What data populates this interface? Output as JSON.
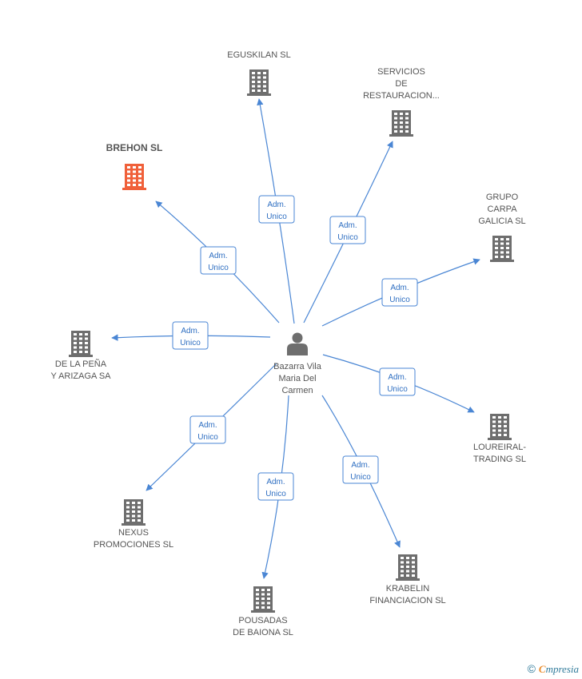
{
  "center": {
    "label_lines": [
      "Bazarra Vila",
      "Maria Del",
      "Carmen"
    ],
    "icon": "person-icon"
  },
  "colors": {
    "edge": "#4a86d4",
    "building": "#6e6e6e",
    "highlight": "#f0603a"
  },
  "nodes": [
    {
      "id": "eguskilan",
      "lines": [
        "EGUSKILAN SL"
      ],
      "highlight": false,
      "relation": [
        "Adm.",
        "Unico"
      ]
    },
    {
      "id": "servicios",
      "lines": [
        "SERVICIOS",
        "DE",
        "RESTAURACION..."
      ],
      "highlight": false,
      "relation": [
        "Adm.",
        "Unico"
      ]
    },
    {
      "id": "brehon",
      "lines": [
        "BREHON SL"
      ],
      "highlight": true,
      "relation": [
        "Adm.",
        "Unico"
      ]
    },
    {
      "id": "grupo-carpa",
      "lines": [
        "GRUPO",
        "CARPA",
        "GALICIA SL"
      ],
      "highlight": false,
      "relation": [
        "Adm.",
        "Unico"
      ]
    },
    {
      "id": "de-la-pena",
      "lines": [
        "DE LA PEÑA",
        "Y ARIZAGA SA"
      ],
      "highlight": false,
      "relation": [
        "Adm.",
        "Unico"
      ]
    },
    {
      "id": "loureiral",
      "lines": [
        "LOUREIRAL-",
        "TRADING SL"
      ],
      "highlight": false,
      "relation": [
        "Adm.",
        "Unico"
      ]
    },
    {
      "id": "nexus",
      "lines": [
        "NEXUS",
        "PROMOCIONES SL"
      ],
      "highlight": false,
      "relation": [
        "Adm.",
        "Unico"
      ]
    },
    {
      "id": "krabelin",
      "lines": [
        "KRABELIN",
        "FINANCIACION SL"
      ],
      "highlight": false,
      "relation": [
        "Adm.",
        "Unico"
      ]
    },
    {
      "id": "pousadas",
      "lines": [
        "POUSADAS",
        "DE BAIONA SL"
      ],
      "highlight": false,
      "relation": [
        "Adm.",
        "Unico"
      ]
    }
  ],
  "watermark": {
    "copyright": "©",
    "brand_first": "C",
    "brand_rest": "mpresia"
  }
}
